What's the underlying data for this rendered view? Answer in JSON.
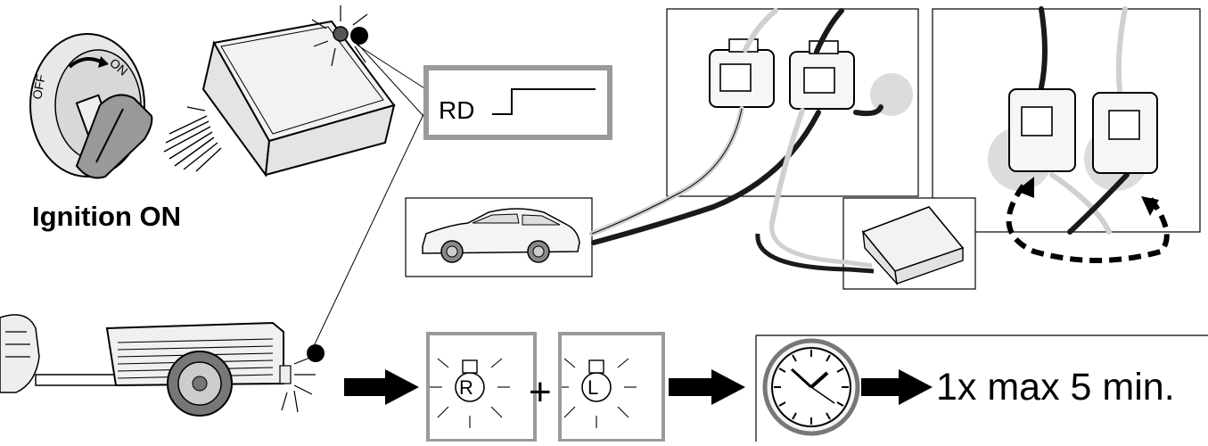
{
  "labels": {
    "ignition": "Ignition ON",
    "rd": "RD",
    "time": "1x max 5 min.",
    "bulb_right": "R",
    "bulb_left": "L",
    "plus": "+"
  },
  "key_switch": {
    "off_text": "OFF",
    "on_text": "ON"
  },
  "colors": {
    "line": "#000000",
    "highlight": "#dcdcdc",
    "frame_gray": "#9a9a9a",
    "wire_light": "#d0d0d0",
    "wire_dark": "#1a1a1a"
  }
}
